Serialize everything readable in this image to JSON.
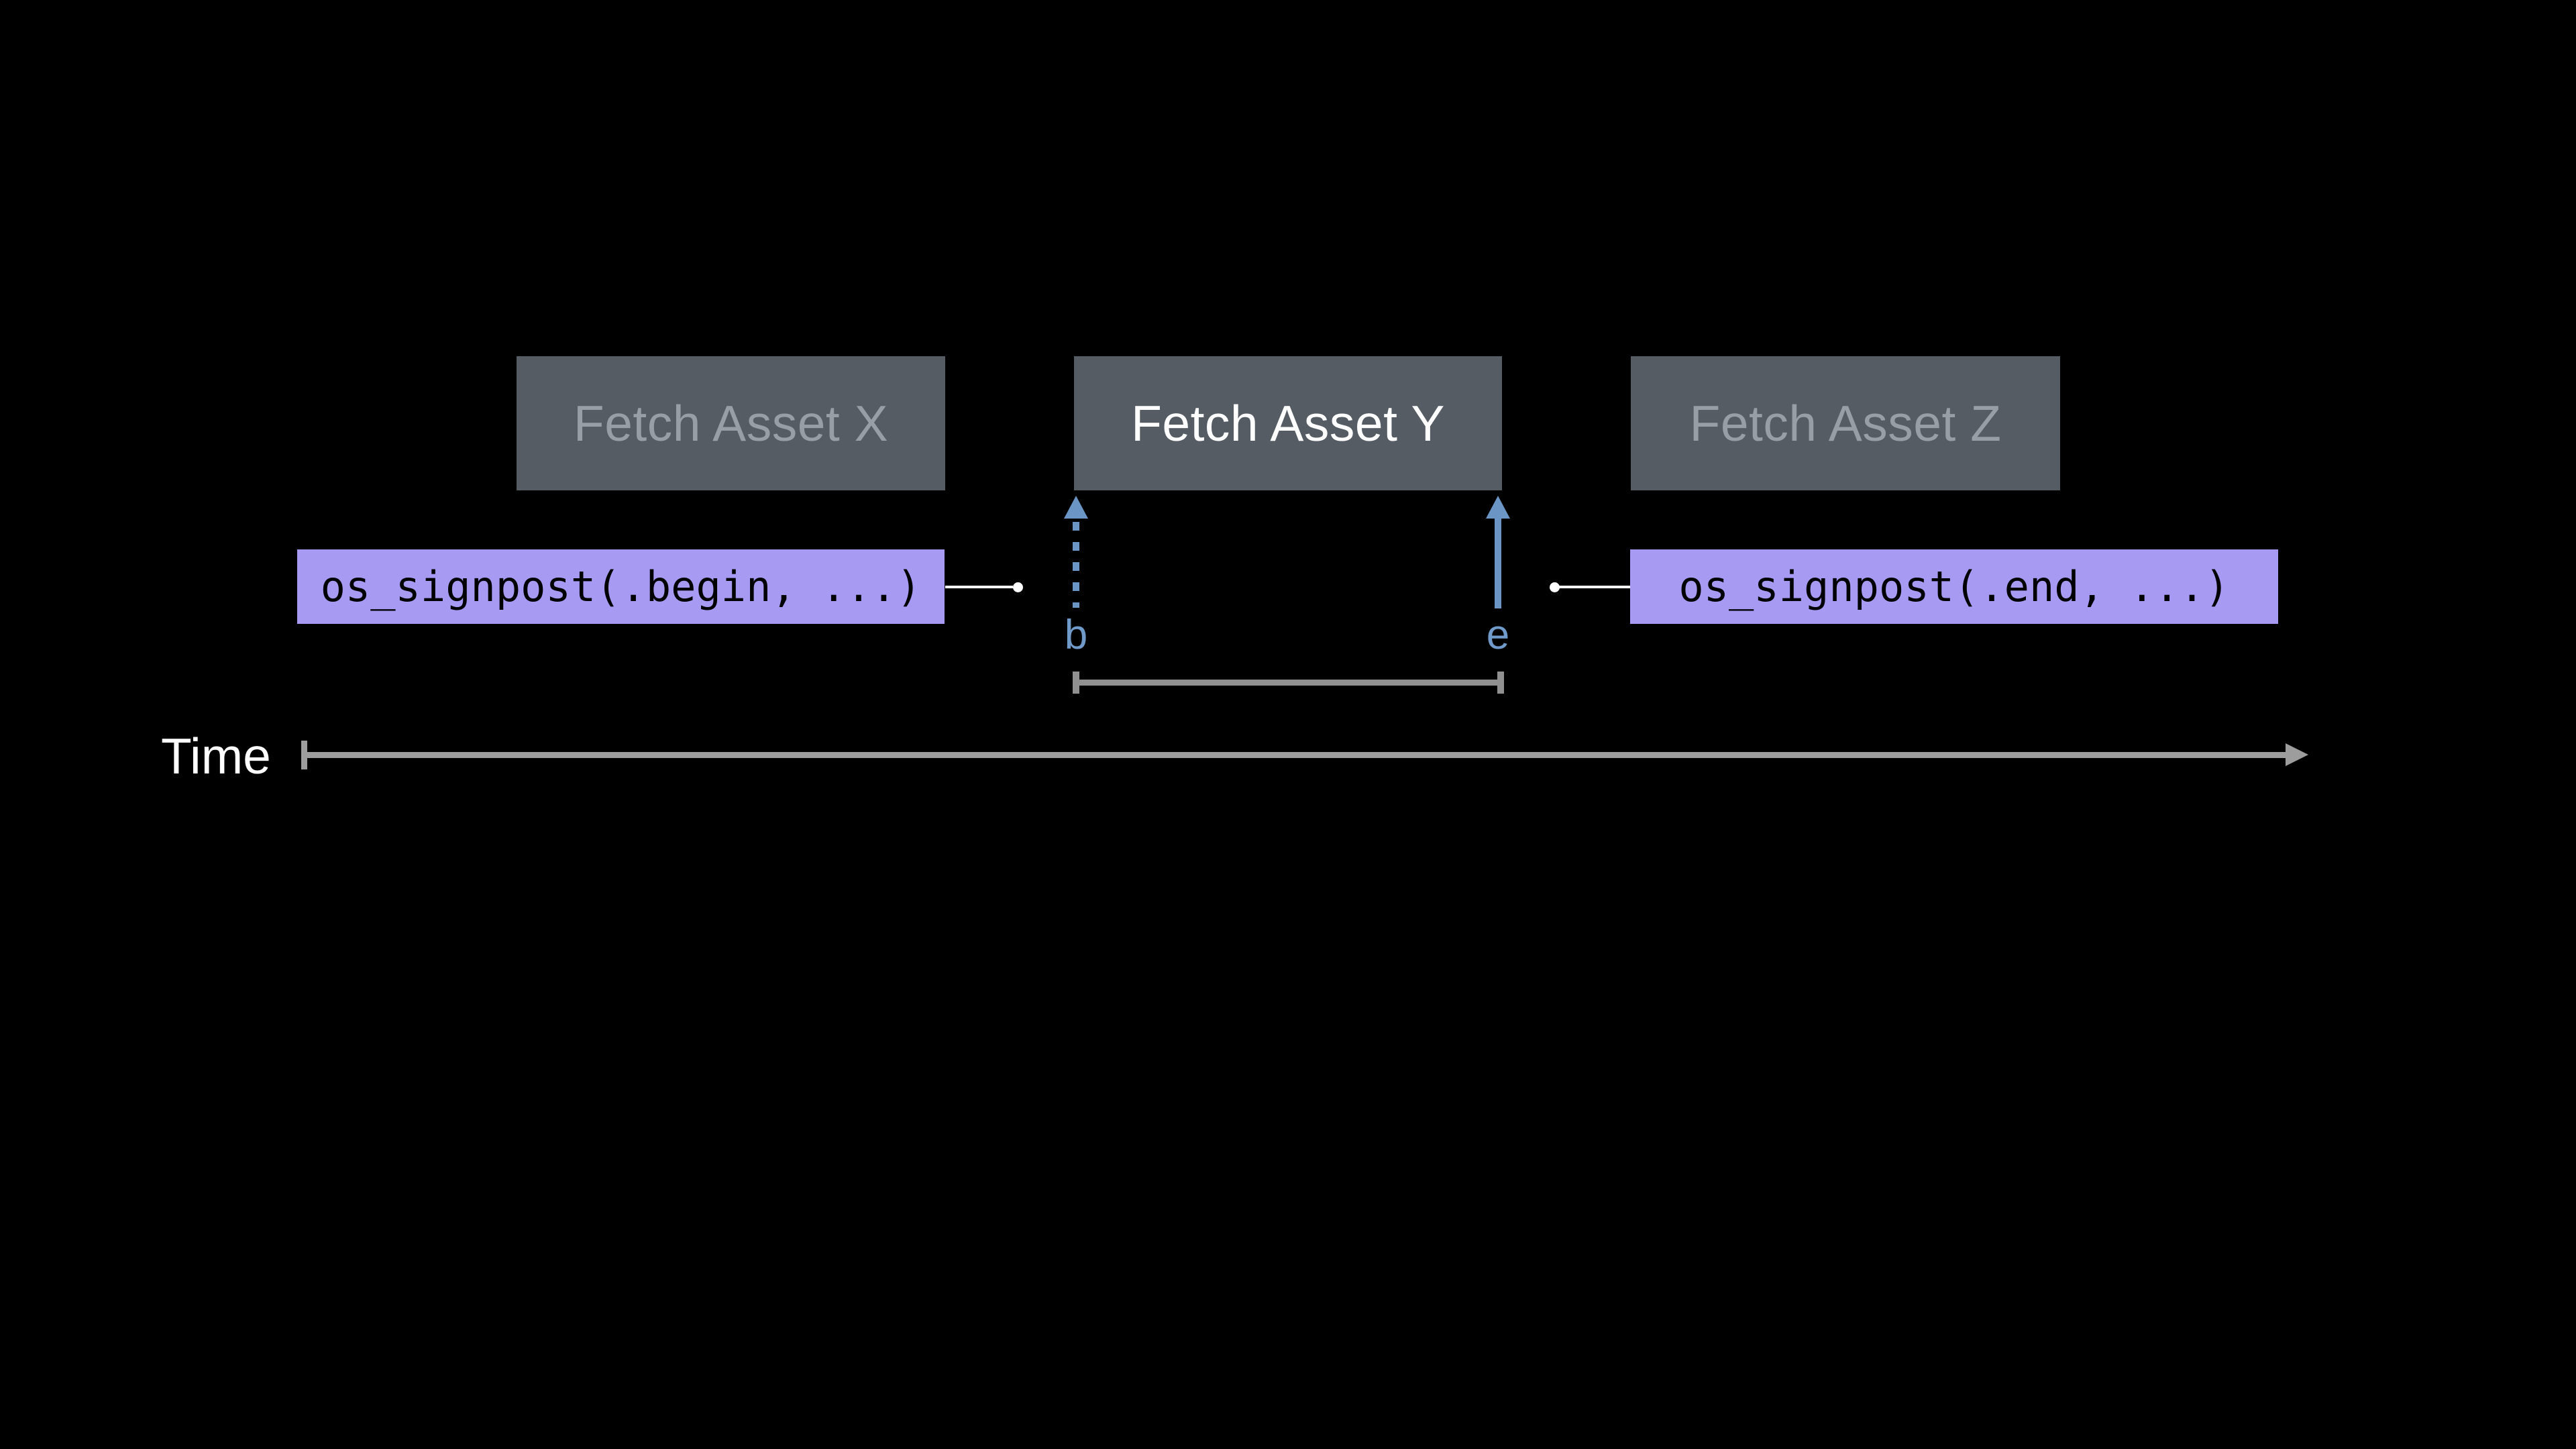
{
  "colors": {
    "background": "#000000",
    "task_box_fill": "#555c64",
    "task_label_dimmed": "#979ea6",
    "task_label_active": "#ffffff",
    "signpost_fill": "#a69af3",
    "signpost_code_text": "#000000",
    "marker_arrow_blue": "#6b95c5",
    "marker_label_blue": "#6f9ac9",
    "interval_bracket_gray": "#909090",
    "time_axis_gray": "#9d9d9d",
    "connector_white": "#ffffff"
  },
  "task_boxes": [
    {
      "label": "Fetch Asset X",
      "emphasis": "dimmed"
    },
    {
      "label": "Fetch Asset Y",
      "emphasis": "active"
    },
    {
      "label": "Fetch Asset Z",
      "emphasis": "dimmed"
    }
  ],
  "signposts": {
    "begin": {
      "code": "os_signpost(.begin, ...)",
      "marker": "b",
      "arrow_style": "dashed"
    },
    "end": {
      "code": "os_signpost(.end, ...)",
      "marker": "e",
      "arrow_style": "solid"
    }
  },
  "time_axis": {
    "label": "Time"
  }
}
